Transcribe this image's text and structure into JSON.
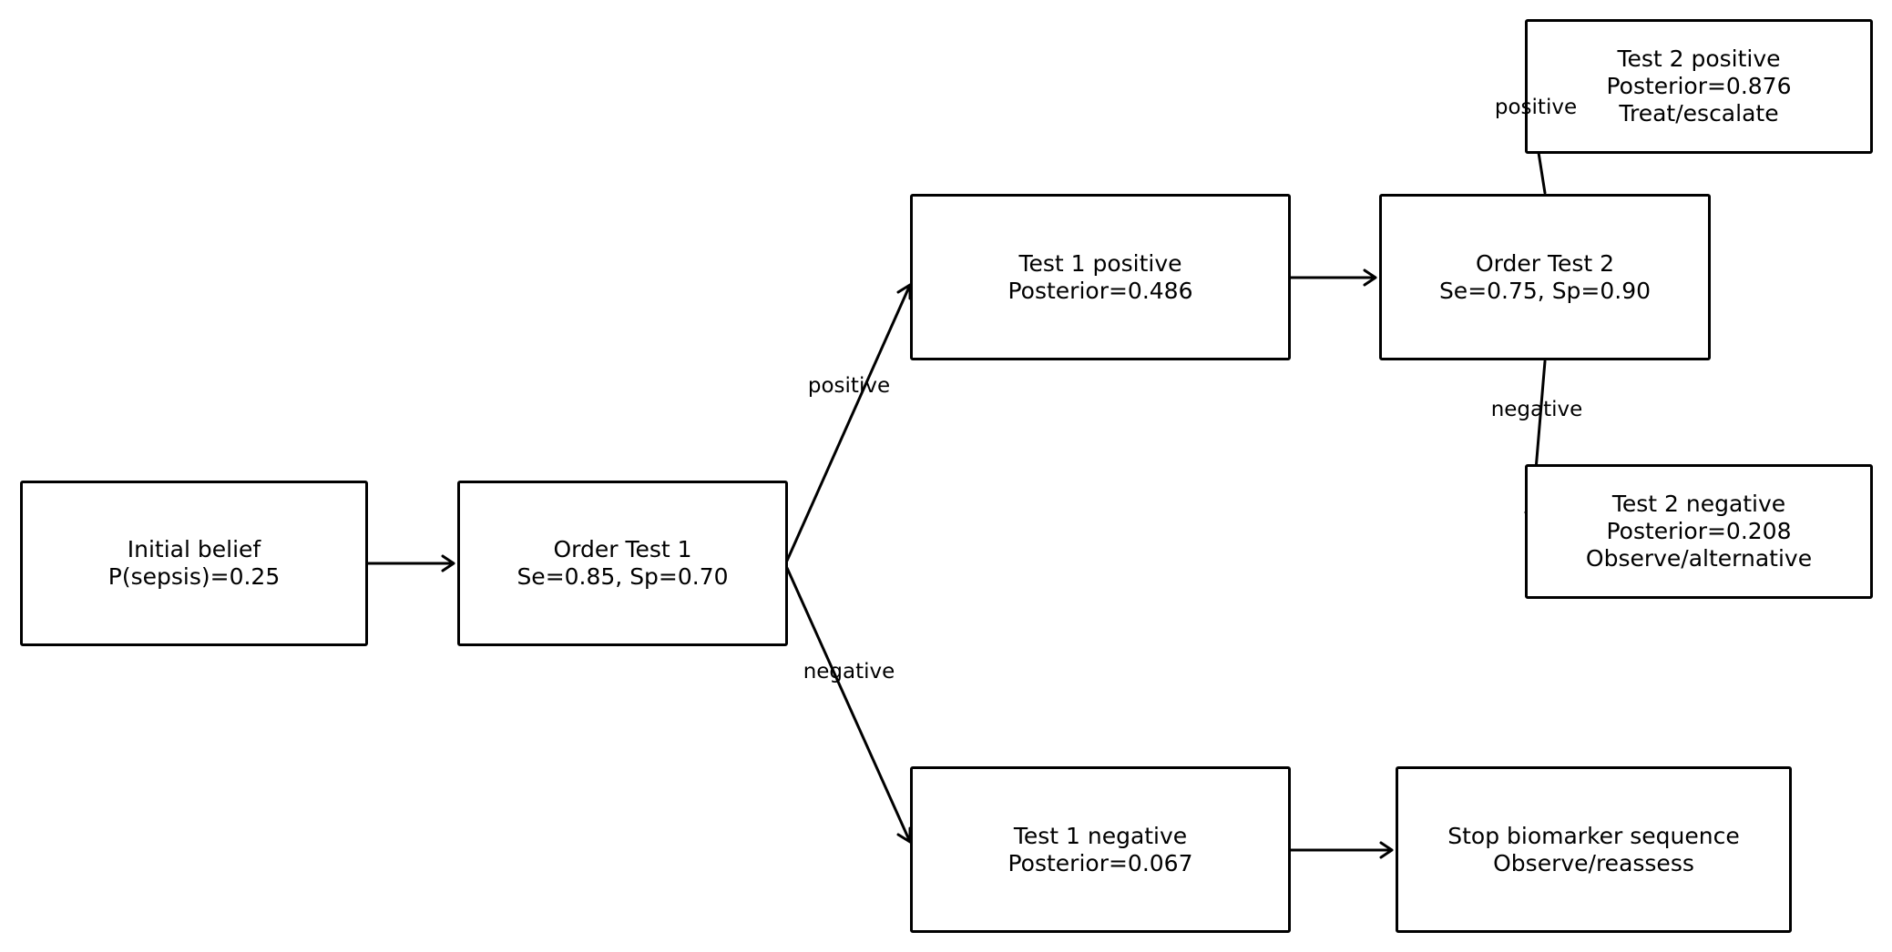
{
  "nodes": {
    "initial": {
      "line1": "Initial belief",
      "line2": "P(sepsis)=0.25"
    },
    "test1": {
      "line1": "Order Test 1",
      "line2": "Se=0.85, Sp=0.70"
    },
    "test1_pos": {
      "line1": "Test 1 positive",
      "line2": "Posterior=0.486"
    },
    "test1_neg": {
      "line1": "Test 1 negative",
      "line2": "Posterior=0.067"
    },
    "test2": {
      "line1": "Order Test 2",
      "line2": "Se=0.75, Sp=0.90"
    },
    "test2_pos": {
      "line1": "Test 2 positive",
      "line2": "Posterior=0.876",
      "line3": "Treat/escalate"
    },
    "test2_neg": {
      "line1": "Test 2 negative",
      "line2": "Posterior=0.208",
      "line3": "Observe/alternative"
    },
    "stop": {
      "line1": "Stop biomarker sequence",
      "line2": "Observe/reassess"
    }
  },
  "edge_labels": {
    "test1_positive": "positive",
    "test1_negative": "negative",
    "test2_positive": "positive",
    "test2_negative": "negative"
  },
  "colors": {
    "stroke": "#000000",
    "background": "#ffffff"
  }
}
